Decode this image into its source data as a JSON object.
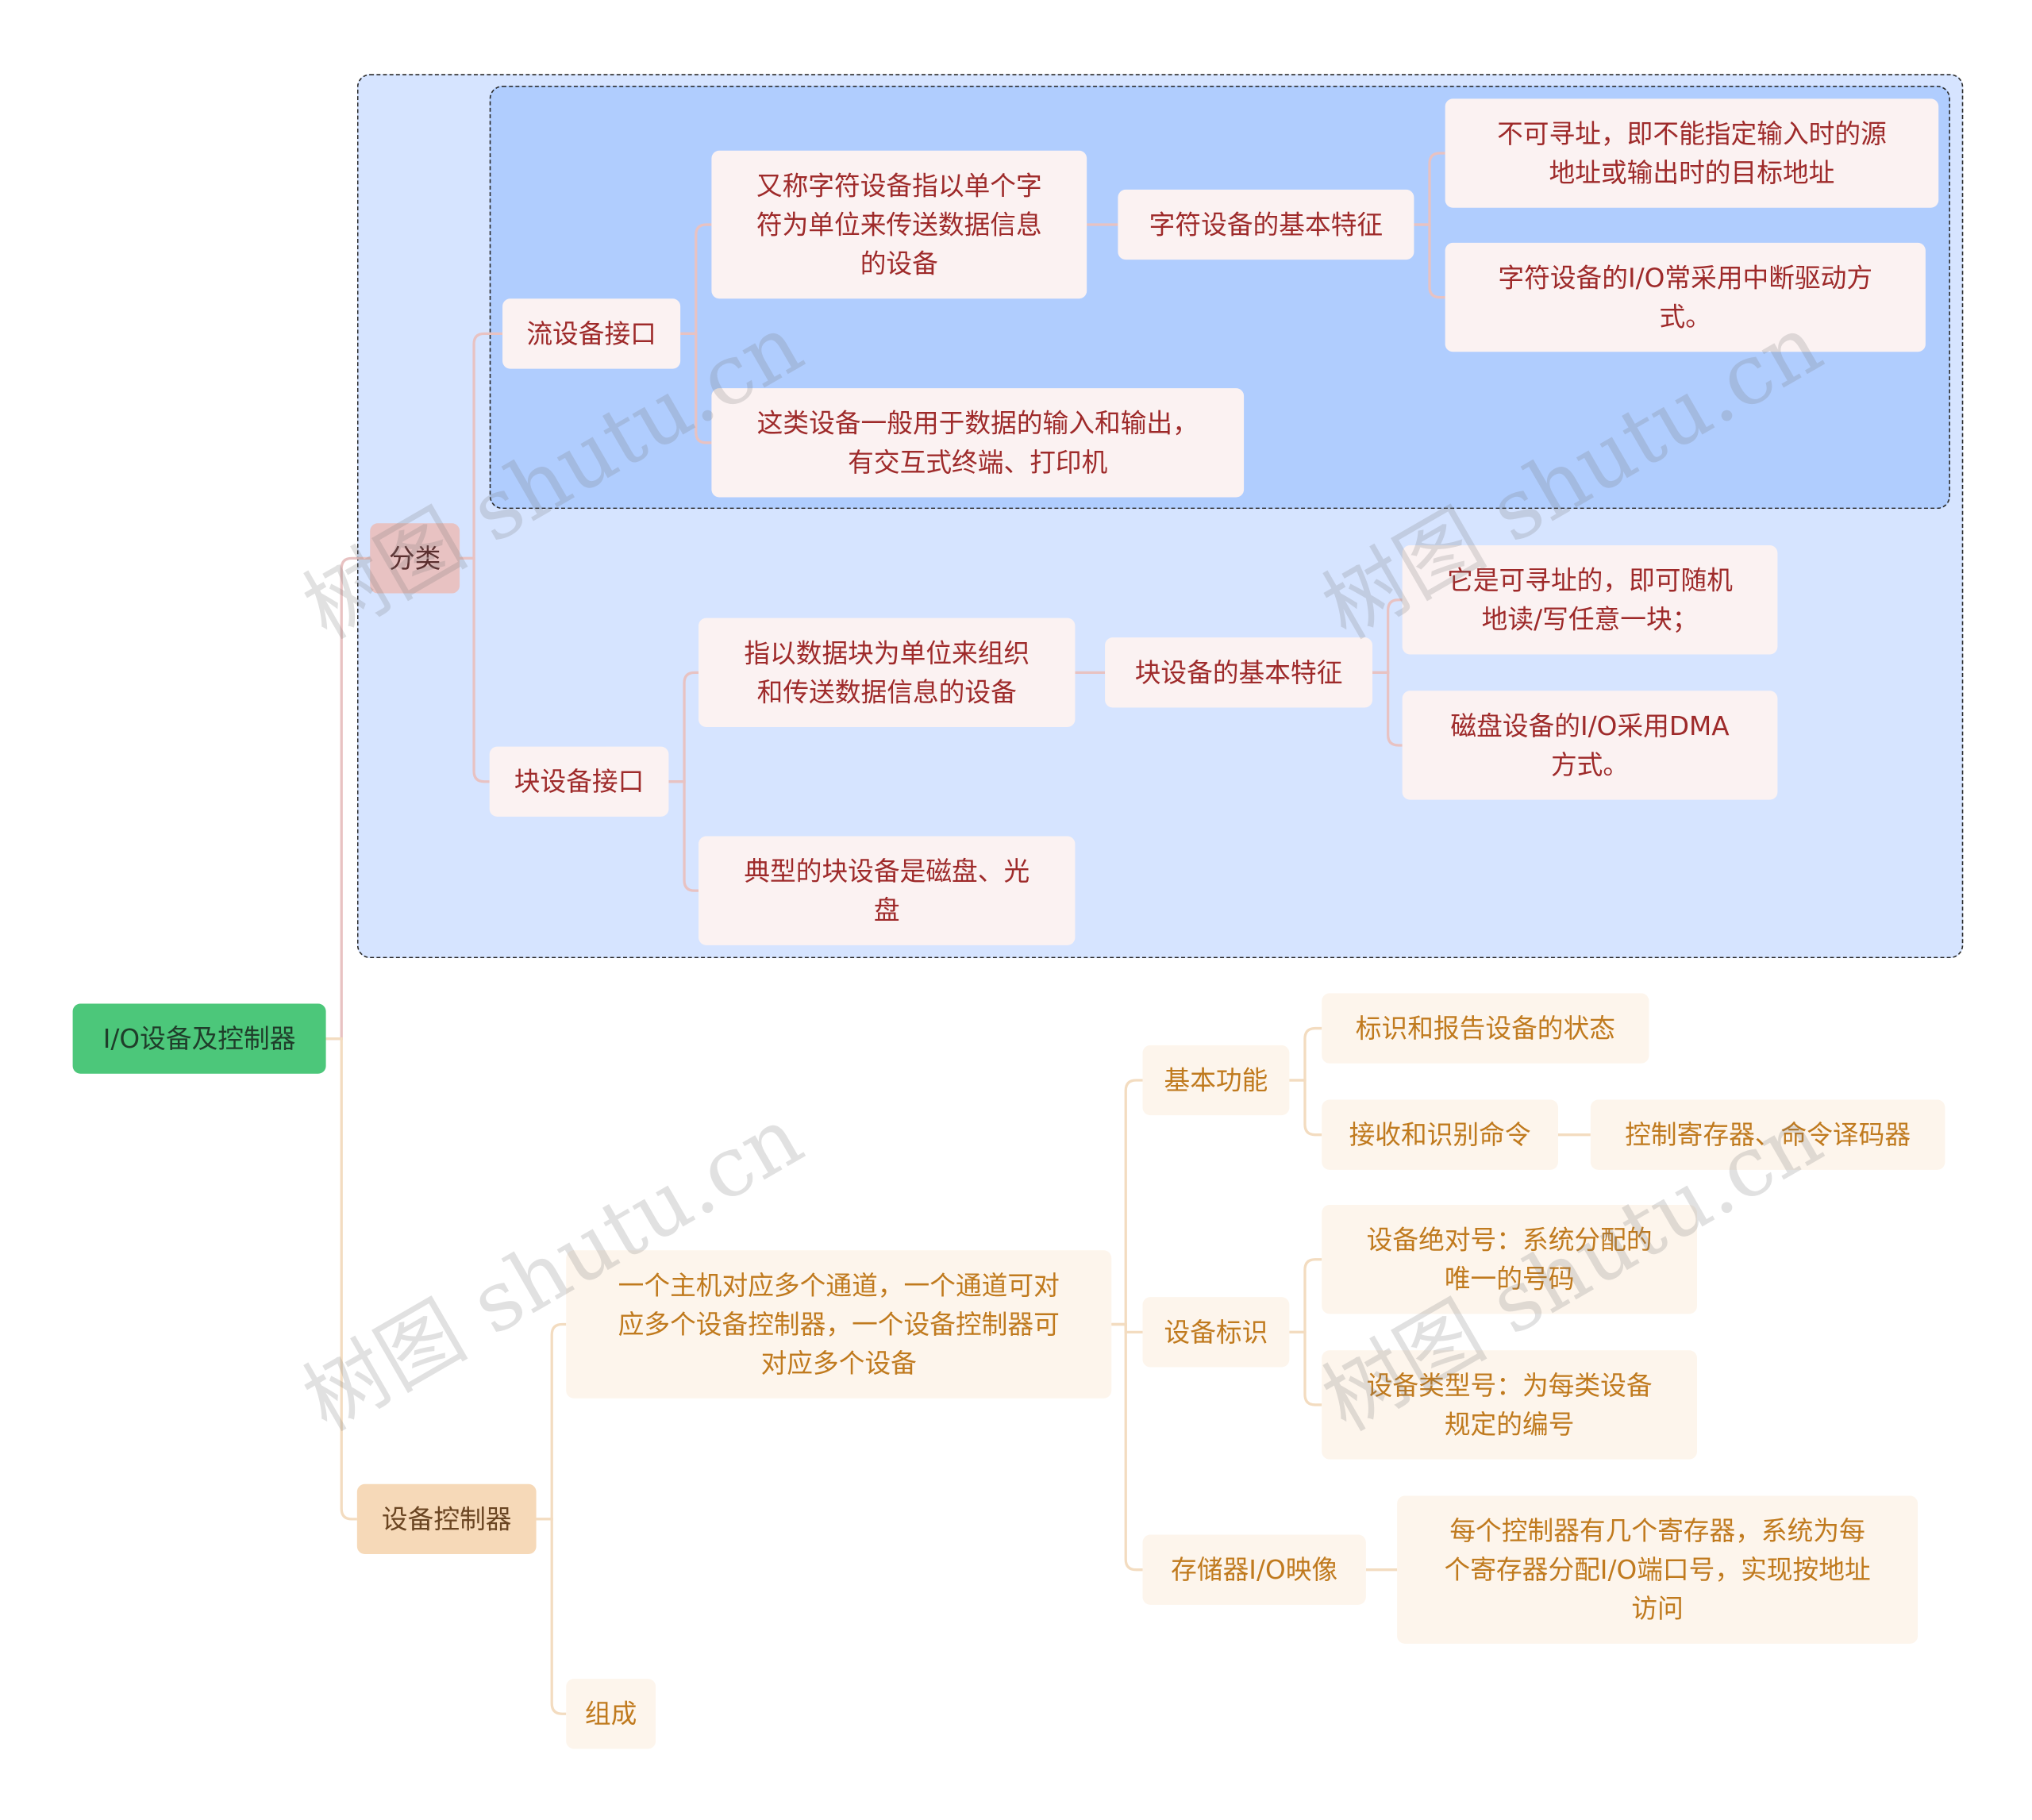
{
  "root": "I/O设备及控制器",
  "classification": {
    "label": "分类",
    "stream": {
      "label": "流设备接口",
      "definition": "又称字符设备指以单个字\n符为单位来传送数据信息\n的设备",
      "feature_title": "字符设备的基本特征",
      "features": [
        "不可寻址，即不能指定输入时的源\n地址或输出时的目标地址",
        "字符设备的I/O常采用中断驱动方\n式。"
      ],
      "usage": "这类设备一般用于数据的输入和输出，\n有交互式终端、打印机"
    },
    "block": {
      "label": "块设备接口",
      "definition": "指以数据块为单位来组织\n和传送数据信息的设备",
      "feature_title": "块设备的基本特征",
      "features": [
        "它是可寻址的，即可随机\n地读/写任意一块；",
        "磁盘设备的I/O采用DMA\n方式。"
      ],
      "example": "典型的块设备是磁盘、光\n盘"
    }
  },
  "controller": {
    "label": "设备控制器",
    "relation": "一个主机对应多个通道，一个通道可对\n应多个设备控制器，一个设备控制器可\n对应多个设备",
    "basic_function": {
      "label": "基本功能",
      "items": [
        "标识和报告设备的状态",
        "接收和识别命令"
      ],
      "command_detail": "控制寄存器、命令译码器"
    },
    "device_id": {
      "label": "设备标识",
      "items": [
        "设备绝对号：系统分配的\n唯一的号码",
        "设备类型号：为每类设备\n规定的编号"
      ]
    },
    "memory_io": {
      "label": "存储器I/O映像",
      "detail": "每个控制器有几个寄存器，系统为每\n个寄存器分配I/O端口号，实现按地址\n访问"
    },
    "composition": "组成"
  },
  "watermark": "树图 shutu.cn",
  "colors": {
    "root": "#4cc77a",
    "outer_frame": "#d6e4ff",
    "inner_frame": "#b0cdfe",
    "red_branch": "#e8c2c2",
    "orange_branch": "#f6d9b8"
  }
}
